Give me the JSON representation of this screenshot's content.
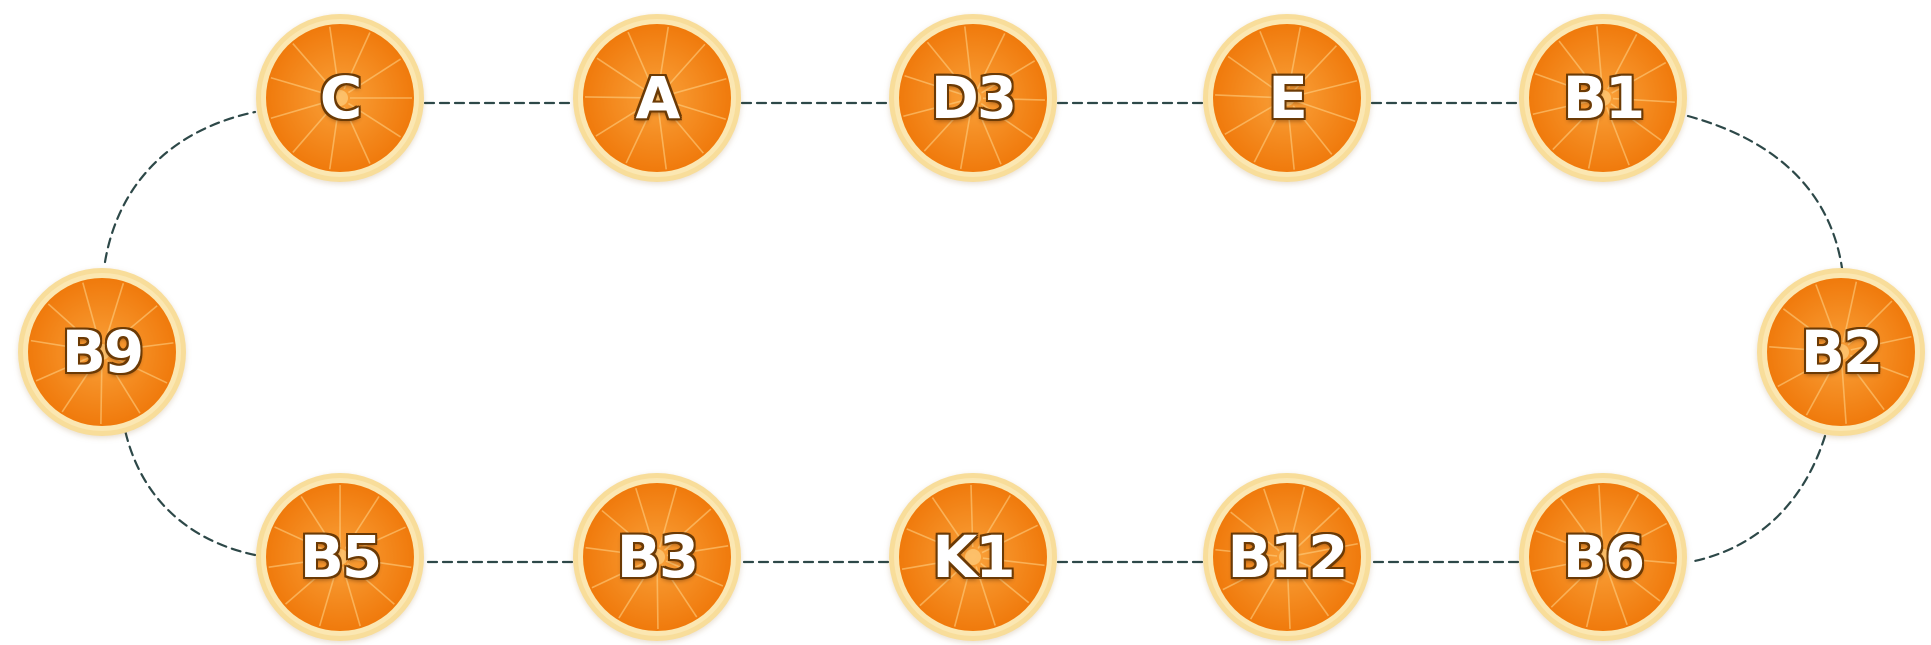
{
  "colors": {
    "rind": "#f8dd9a",
    "pith": "#fbe7b2",
    "flesh_outer": "#f07a0c",
    "flesh_inner": "#f9a13a",
    "segment_line": "#ffd58a",
    "connector": "#2d4848",
    "label_fill": "#ffffff",
    "label_outline": "#6b3a05"
  },
  "nodes": [
    {
      "id": "c",
      "label": "C"
    },
    {
      "id": "a",
      "label": "A"
    },
    {
      "id": "d3",
      "label": "D3"
    },
    {
      "id": "e",
      "label": "E"
    },
    {
      "id": "b1",
      "label": "B1"
    },
    {
      "id": "b2",
      "label": "B2"
    },
    {
      "id": "b6",
      "label": "B6"
    },
    {
      "id": "b12",
      "label": "B12"
    },
    {
      "id": "k1",
      "label": "K1"
    },
    {
      "id": "b3",
      "label": "B3"
    },
    {
      "id": "b5",
      "label": "B5"
    },
    {
      "id": "b9",
      "label": "B9"
    }
  ]
}
